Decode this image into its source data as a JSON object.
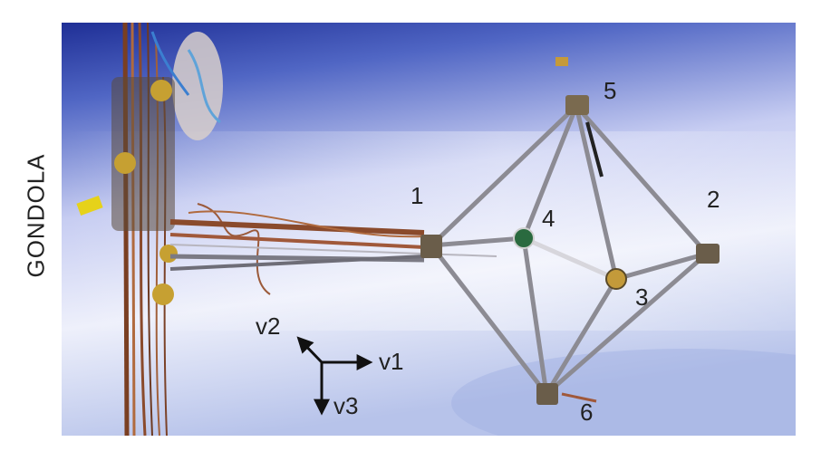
{
  "side_label": "GONDOLA",
  "node_labels": [
    "1",
    "2",
    "3",
    "4",
    "5",
    "6"
  ],
  "axes": {
    "v1": "v1",
    "v2": "v2",
    "v3": "v3"
  },
  "colors": {
    "sky_top": "#2f46a8",
    "sky_mid": "#9aa9e6",
    "sky_bottom": "#e9ecfb",
    "strut": "#8c8b93",
    "cable": "#8a4a2c",
    "label_text": "#222222"
  }
}
